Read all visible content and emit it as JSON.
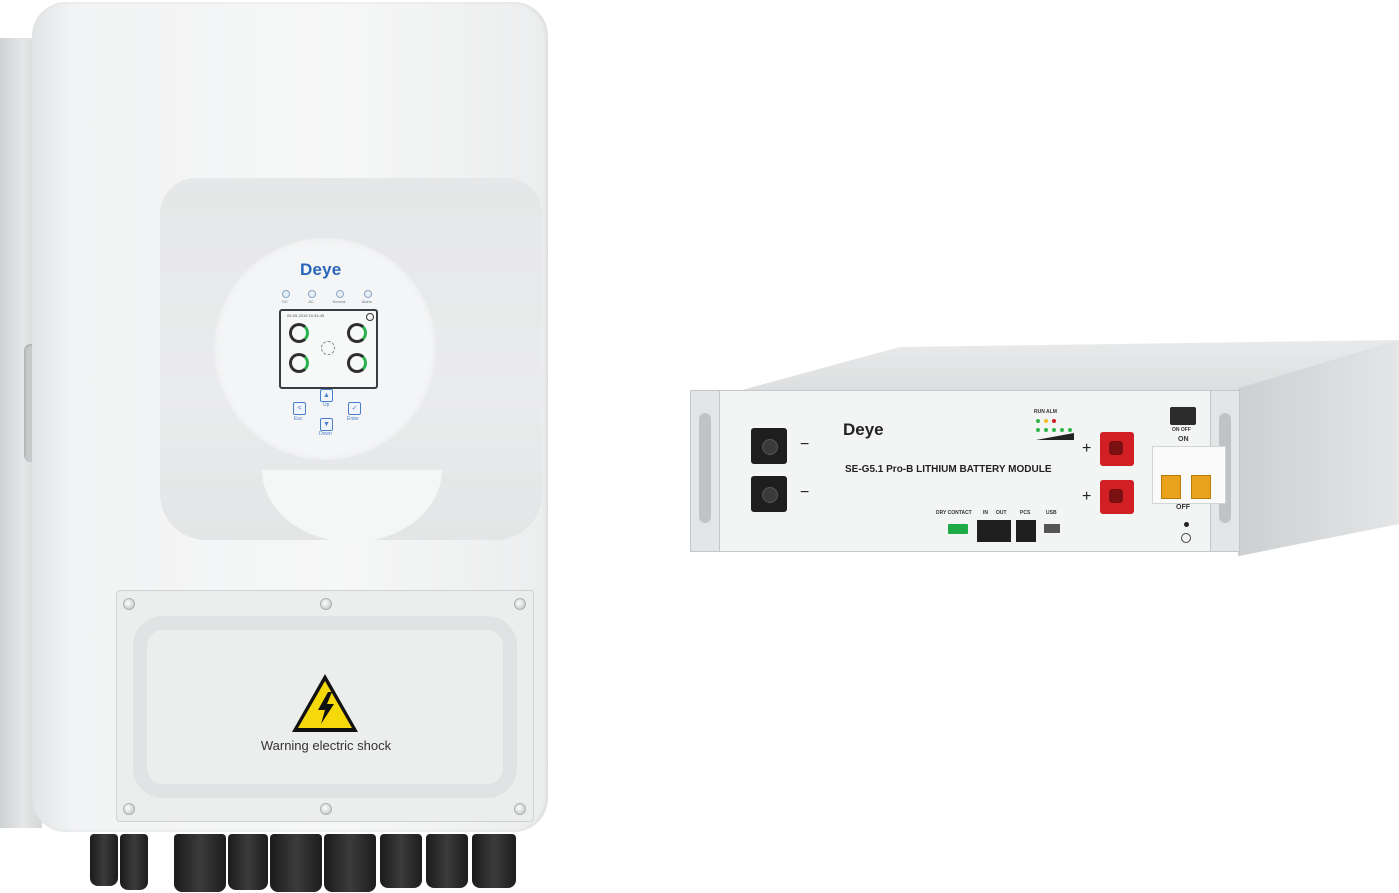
{
  "inverter": {
    "brand": "Deye",
    "leds": [
      "DC",
      "AC",
      "Normal",
      "Alarm"
    ],
    "lcd_datetime": "05-09-2019  10:34:45",
    "buttons": {
      "esc": "Esc",
      "up": "Up",
      "enter": "Enter",
      "down": "Down"
    },
    "warning_text": "Warning electric shock"
  },
  "battery": {
    "brand": "Deye",
    "model_text": "SE-G5.1 Pro-B  LITHIUM BATTERY MODULE",
    "status_labels": "RUN  ALM",
    "minus_sign": "−",
    "plus_sign": "+",
    "port_labels": {
      "dry_contact": "DRY CONTACT",
      "in": "IN",
      "out": "OUT",
      "pcs": "PCS",
      "usb": "USB"
    },
    "switch_label": "ON OFF",
    "breaker_on": "ON",
    "breaker_off": "OFF",
    "colors": {
      "terminal_positive": "#d21f24",
      "terminal_negative": "#1e1e1e",
      "breaker_tab": "#e9a21c",
      "led_green": "#2fb34a",
      "led_red": "#d21f24"
    }
  }
}
